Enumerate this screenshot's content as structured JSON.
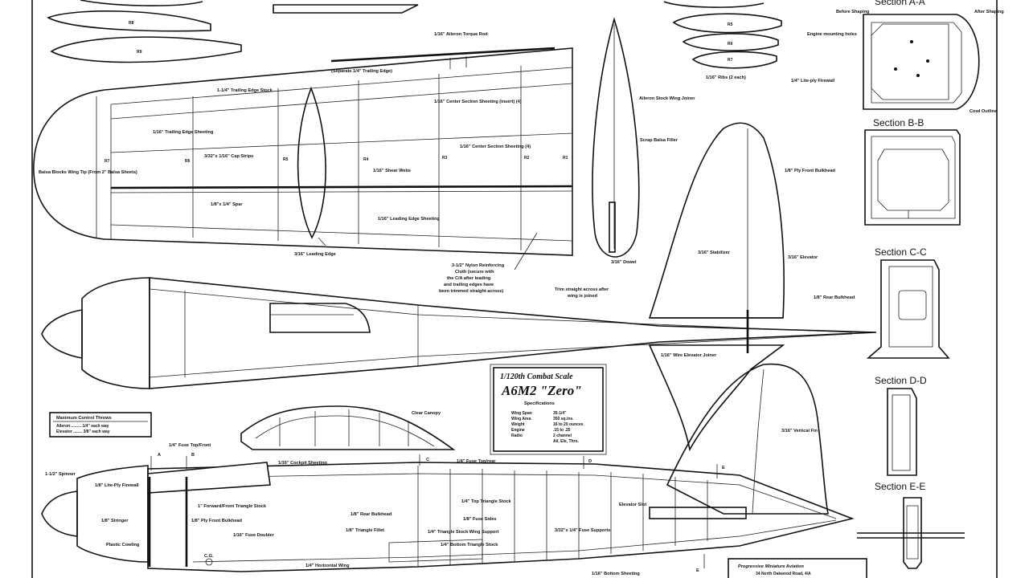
{
  "title_block": {
    "line1": "1/120th Combat Scale",
    "line2": "A6M2 \"Zero\"",
    "spec_heading": "Specifications",
    "specs": [
      {
        "k": "Wing Span",
        "v": "35-1/4\""
      },
      {
        "k": "Wing Area",
        "v": "350 sq.ins."
      },
      {
        "k": "Weight",
        "v": "16 to 20 ounces"
      },
      {
        "k": "Engine",
        "v": ".15 to .25"
      },
      {
        "k": "Radio",
        "v": "2 channel"
      },
      {
        "k": "",
        "v": "Ail, Ele, Thro."
      }
    ]
  },
  "control_throws": {
    "title": "Maximum Control Throws",
    "rows": [
      "Aileron ......... 1/4\" each way",
      "Elevator ........ 3/8\" each way"
    ]
  },
  "sections": {
    "a": "Section A-A",
    "b": "Section B-B",
    "c": "Section C-C",
    "d": "Section D-D",
    "e": "Section E-E"
  },
  "station_marks": {
    "a": "A",
    "b": "B",
    "c": "C",
    "d": "D",
    "e": "E"
  },
  "company": {
    "name": "Progressive Miniature Aviation",
    "address": "34 North Oakwood Road, 4/A"
  },
  "wing_labels": {
    "torque_rod": "1/16\" Aileron Torque Rod",
    "separate_te": "(Separate 1/4\" Trailing Edge)",
    "te_stock": "1-1/4\" Trailing Edge Stock",
    "center_sheet_insert": "1/16\" Center Section Sheeting (insert) (4)",
    "te_sheeting": "1/16\" Trailing Edge Sheeting",
    "cap_strips": "3/32\"x 1/16\" Cap Strips",
    "center_sheet": "1/16\" Center Section Sheeting (4)",
    "balsa_tip": "Balsa Blocks Wing Tip (From 2\" Balsa Sheets)",
    "shear_webs": "1/16\" Shear Webs",
    "spar": "1/8\"x 1/4\" Spar",
    "le_sheeting": "1/16\" Leading Edge Sheeting",
    "leading_edge": "3/16\" Leading Edge",
    "reinforcing_1": "3-1/2\" Nylon Reinforcing",
    "reinforcing_2": "Cloth (secure with",
    "reinforcing_3": "the C/A after leading",
    "reinforcing_4": "and trailing edges have",
    "reinforcing_5": "been trimmed straight across)",
    "wing_joiner": "Aileron Stock Wing Joiner",
    "scrap_filler": "Scrap Balsa Filler",
    "dowel": "3/16\" Dowel",
    "trim_1": "Trim straight across after",
    "trim_2": "wing is joined"
  },
  "tail_labels": {
    "stabilizer": "3/16\" Stabilizer",
    "elevator": "3/16\" Elevator",
    "elevator_joiner": "1/16\" Wire Elevator Joiner",
    "vertical_fin": "3/16\" Vertical Fin"
  },
  "fuselage_labels": {
    "clear_canopy": "Clear Canopy",
    "spinner": "1-1/2\" Spinner",
    "fuse_top_front": "1/4\" Fuse Top/Front",
    "lite_ply_firewall": "1/8\" Lite-Ply Firewall",
    "stringer": "1/8\" Stringer",
    "plastic_cowling": "Plastic Cowling",
    "cockpit_sheeting": "1/16\" Cockpit Sheeting",
    "forward_triangle": "1\" Forward/Front Triangle Stock",
    "ply_front_bulkhead": "1/8\" Ply Front Bulkhead",
    "fuse_doubler": "1/16\" Fuse Doubler",
    "fuse_top_rear": "1/4\" Fuse Top/rear",
    "rear_bulkhead": "1/8\" Rear Bulkhead",
    "top_triangle": "1/4\" Top Triangle Stock",
    "fuse_sides": "1/8\" Fuse Sides",
    "triangle_fillet": "1/8\" Triangle Fillet",
    "triangle_stock_wing": "1/4\" Triangle Stock Wing Support",
    "bottom_triangle": "1/4\" Bottom Triangle Stock",
    "elevator_slot": "Elevator Slot",
    "fuse_supports": "3/32\"x 1/4\" Fuse Supports",
    "horizontal_wing": "1/4\" Horizontal Wing",
    "bottom_sheeting": "1/16\" Bottom Sheeting",
    "cg": "C.G."
  },
  "section_labels": {
    "before_shaping": "Before Shaping",
    "after_shaping": "After Shaping",
    "engine_holes": "Engine mounting holes",
    "lite_firewall": "1/4\" Lite-ply Firewall",
    "cowl_outline": "Cowl Outline",
    "ply_front_bulkhead": "1/8\" Ply Front Bulkhead",
    "rear_bulkhead": "1/8\" Rear Bulkhead",
    "ribs_note": "1/16\" Ribs (2 each)"
  },
  "rib_numbers": [
    "R7",
    "R6",
    "R5",
    "R4",
    "R3",
    "R2",
    "R1"
  ],
  "part_tags": [
    "R8",
    "R9",
    "R5",
    "R6",
    "R7"
  ]
}
